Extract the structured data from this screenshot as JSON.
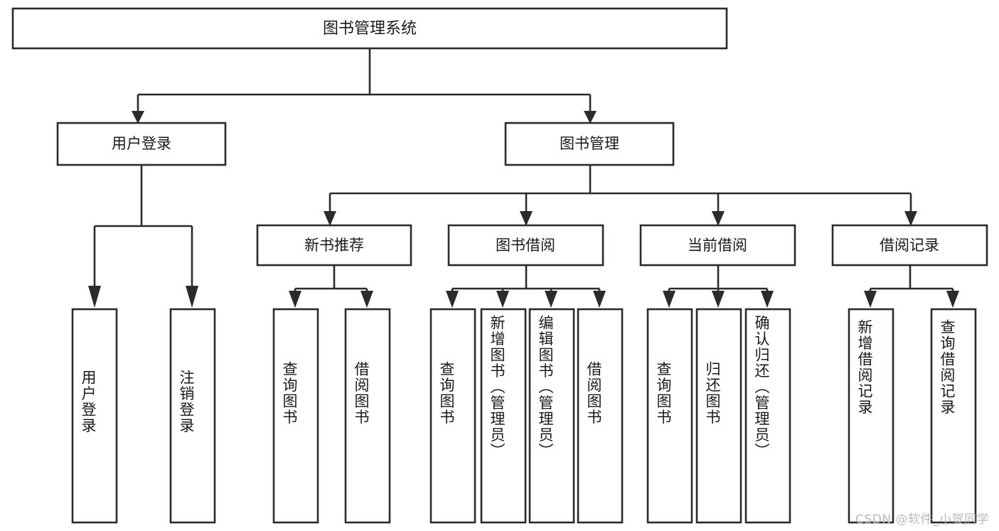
{
  "diagram": {
    "title": "图书管理系统",
    "type": "tree",
    "orientation": "top-down",
    "root": {
      "id": "root",
      "label": "图书管理系统"
    },
    "level2": [
      {
        "id": "user-login",
        "label": "用户登录"
      },
      {
        "id": "book-manage",
        "label": "图书管理"
      }
    ],
    "level3": [
      {
        "id": "new-book-recommend",
        "label": "新书推荐",
        "parent": "book-manage"
      },
      {
        "id": "book-borrow",
        "label": "图书借阅",
        "parent": "book-manage"
      },
      {
        "id": "current-borrow",
        "label": "当前借阅",
        "parent": "book-manage"
      },
      {
        "id": "borrow-record",
        "label": "借阅记录",
        "parent": "book-manage"
      }
    ],
    "leaves": [
      {
        "id": "leaf-user-login",
        "label": "用户登录",
        "parent": "user-login"
      },
      {
        "id": "leaf-user-logout",
        "label": "注销登录",
        "parent": "user-login"
      },
      {
        "id": "leaf-query-book-1",
        "label": "查询图书",
        "parent": "new-book-recommend"
      },
      {
        "id": "leaf-borrow-book-1",
        "label": "借阅图书",
        "parent": "new-book-recommend"
      },
      {
        "id": "leaf-query-book-2",
        "label": "查询图书",
        "parent": "book-borrow"
      },
      {
        "id": "leaf-add-book",
        "label": "新增图书（管理员）",
        "parent": "book-borrow"
      },
      {
        "id": "leaf-edit-book",
        "label": "编辑图书（管理员）",
        "parent": "book-borrow"
      },
      {
        "id": "leaf-borrow-book-2",
        "label": "借阅图书",
        "parent": "book-borrow"
      },
      {
        "id": "leaf-query-book-3",
        "label": "查询图书",
        "parent": "current-borrow"
      },
      {
        "id": "leaf-return-book",
        "label": "归还图书",
        "parent": "current-borrow"
      },
      {
        "id": "leaf-confirm-return",
        "label": "确认归还（管理员）",
        "parent": "current-borrow"
      },
      {
        "id": "leaf-add-record",
        "label": "新增借阅记录",
        "parent": "borrow-record"
      },
      {
        "id": "leaf-query-record",
        "label": "查询借阅记录",
        "parent": "borrow-record"
      }
    ],
    "colors": {
      "stroke": "#2b2b2b",
      "fill": "#ffffff",
      "text": "#1a1a1a",
      "watermark": "#b9b9b9"
    }
  },
  "watermark": {
    "text": "CSDN @软件_小贺同学"
  }
}
